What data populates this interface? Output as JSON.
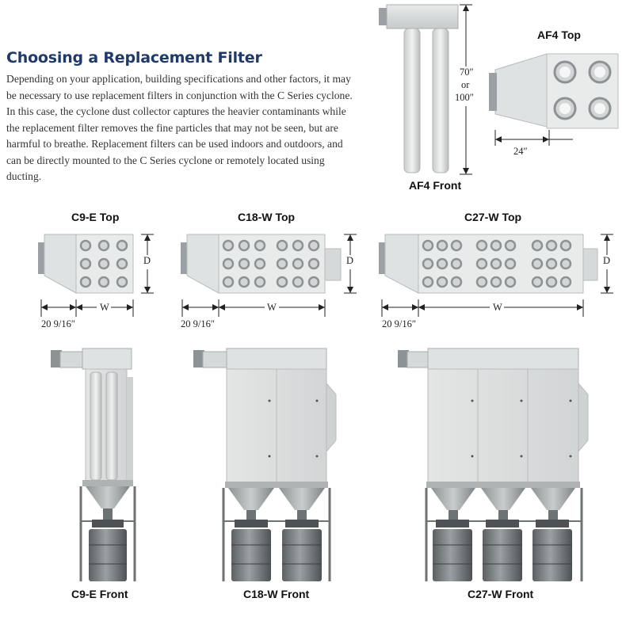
{
  "heading": "Choosing a Replacement Filter",
  "paragraph": "Depending on your application, building specifications and other factors, it may be necessary to use replacement filters in conjunction with the C Series cyclone. In this case, the cyclone dust collector captures the heavier contaminants while the replacement filter removes the fine particles that may not be seen, but are harmful to breathe. Replacement filters can be used indoors and outdoors, and can be directly mounted to the C Series cyclone or remotely located using ducting.",
  "af4": {
    "front_label": "AF4 Front",
    "top_label": "AF4 Top",
    "height_line1": "70″",
    "height_line2": "or",
    "height_line3": "100″",
    "width_dim": "24″"
  },
  "tops": [
    {
      "label": "C9-E Top",
      "inlet_dim": "20 9/16″",
      "w": "W",
      "d": "D"
    },
    {
      "label": "C18-W Top",
      "inlet_dim": "20 9/16″",
      "w": "W",
      "d": "D"
    },
    {
      "label": "C27-W Top",
      "inlet_dim": "20 9/16″",
      "w": "W",
      "d": "D"
    }
  ],
  "fronts": [
    {
      "label": "C9-E Front"
    },
    {
      "label": "C18-W Front"
    },
    {
      "label": "C27-W Front"
    }
  ]
}
